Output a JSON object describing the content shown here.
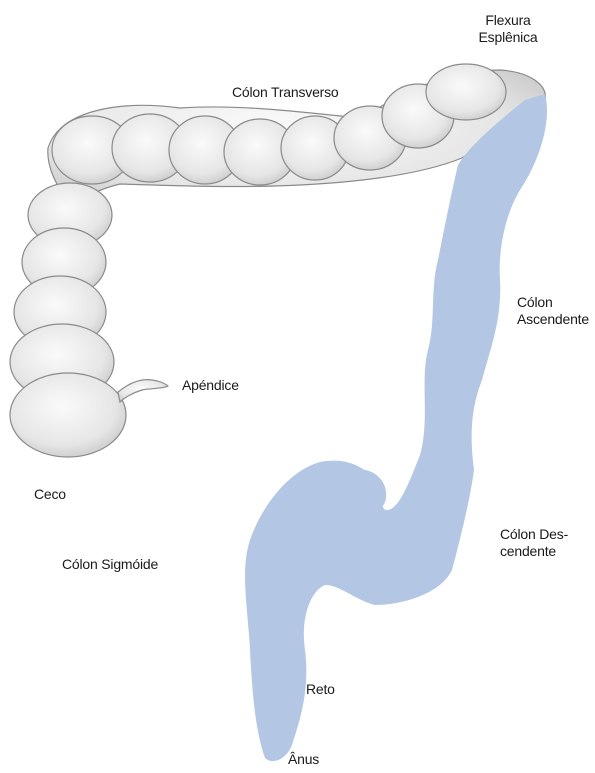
{
  "labels": {
    "flexura_esplenica": "Flexura\nEsplênica",
    "colon_transverso": "Cólon Transverso",
    "colon_ascendente": "Cólon\nAscendente",
    "apendice": "Apéndice",
    "ceco": "Ceco",
    "colon_descendente": "Cólon Des-\ncendente",
    "colon_sigmoide": "Cólon Sigmóide",
    "reto": "Reto",
    "anus": "Ânus"
  },
  "colors": {
    "highlight_fill": "#b3c6e4",
    "sketch_fill": "#ececec",
    "sketch_stroke": "#8a8a8a",
    "text": "#1a1a1a"
  }
}
